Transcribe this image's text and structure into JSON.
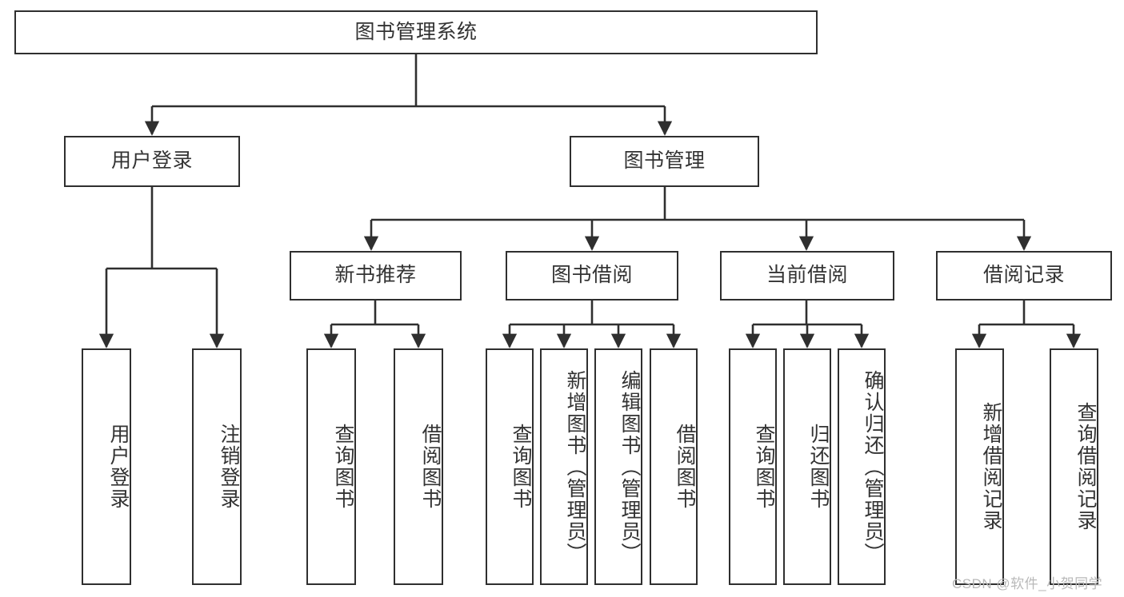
{
  "diagram": {
    "title_node": {
      "label": "图书管理系统"
    },
    "level2": [
      {
        "id": "user-login",
        "label": "用户登录"
      },
      {
        "id": "book-management",
        "label": "图书管理"
      }
    ],
    "level3": [
      {
        "id": "new-book-recommend",
        "label": "新书推荐"
      },
      {
        "id": "book-borrow",
        "label": "图书借阅"
      },
      {
        "id": "current-borrow",
        "label": "当前借阅"
      },
      {
        "id": "borrow-record",
        "label": "借阅记录"
      }
    ],
    "leaves": {
      "user_login": [
        {
          "id": "leaf-user-login",
          "label": "用户登录"
        },
        {
          "id": "leaf-logout-login",
          "label": "注销登录"
        }
      ],
      "new_book_recommend": [
        {
          "id": "leaf-query-book-1",
          "label": "查询图书"
        },
        {
          "id": "leaf-borrow-book-1",
          "label": "借阅图书"
        }
      ],
      "book_borrow": [
        {
          "id": "leaf-query-book-2",
          "label": "查询图书"
        },
        {
          "id": "leaf-add-book",
          "label": "新增图书（管理员）"
        },
        {
          "id": "leaf-edit-book",
          "label": "编辑图书（管理员）"
        },
        {
          "id": "leaf-borrow-book-2",
          "label": "借阅图书"
        }
      ],
      "current_borrow": [
        {
          "id": "leaf-query-book-3",
          "label": "查询图书"
        },
        {
          "id": "leaf-return-book",
          "label": "归还图书"
        },
        {
          "id": "leaf-confirm-return",
          "label": "确认归还（管理员）"
        }
      ],
      "borrow_record": [
        {
          "id": "leaf-add-record",
          "label": "新增借阅记录"
        },
        {
          "id": "leaf-query-record",
          "label": "查询借阅记录"
        }
      ]
    },
    "watermark": "CSDN @软件_小贺同学",
    "colors": {
      "border": "#2f2f2f",
      "text": "#333333",
      "background": "#ffffff",
      "watermark": "#b9b9b9"
    }
  }
}
